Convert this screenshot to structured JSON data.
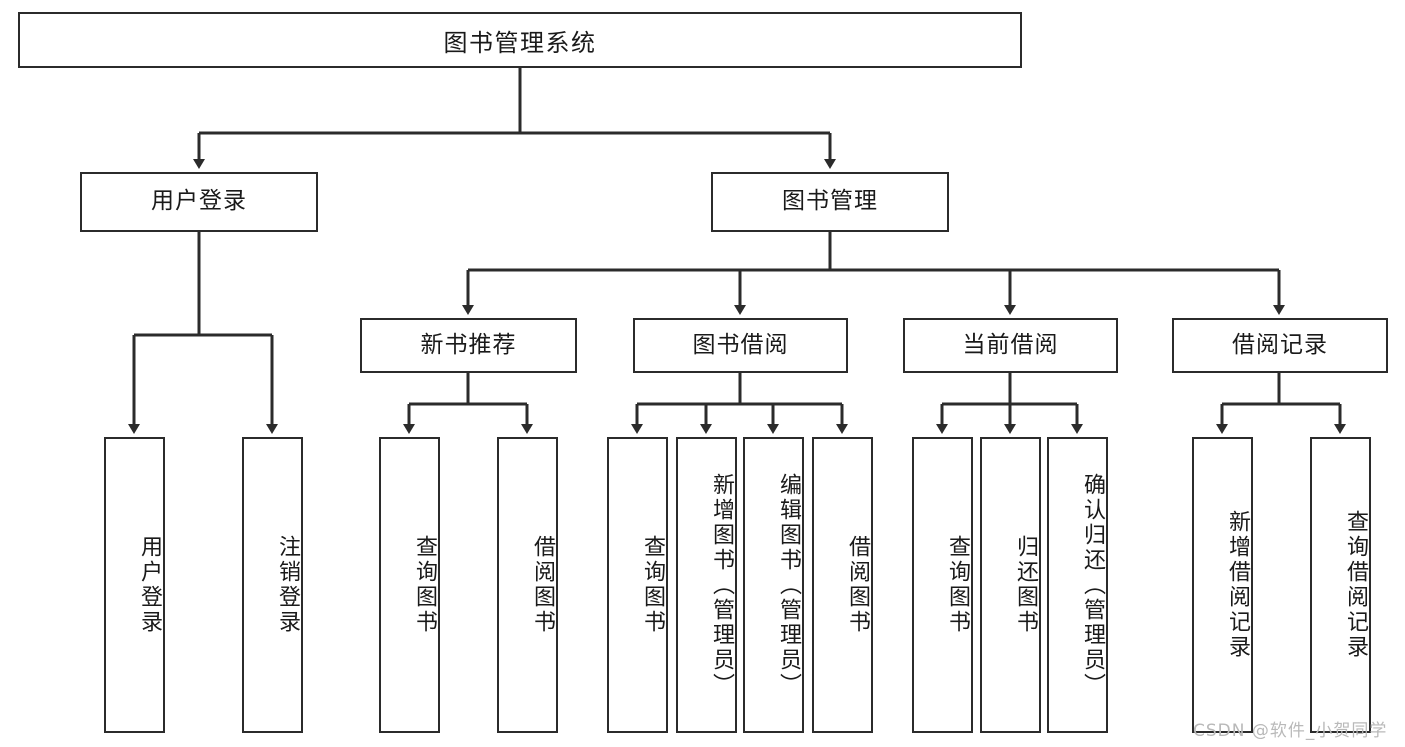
{
  "diagram": {
    "title": "图书管理系统",
    "root": {
      "label": "图书管理系统"
    },
    "level2": [
      {
        "label": "用户登录"
      },
      {
        "label": "图书管理"
      }
    ],
    "level3": [
      {
        "label": "新书推荐"
      },
      {
        "label": "图书借阅"
      },
      {
        "label": "当前借阅"
      },
      {
        "label": "借阅记录"
      }
    ],
    "leaves": {
      "user_login": [
        {
          "label": "用户登录"
        },
        {
          "label": "注销登录"
        }
      ],
      "new_book_recommend": [
        {
          "label": "查询图书"
        },
        {
          "label": "借阅图书"
        }
      ],
      "book_borrow": [
        {
          "label": "查询图书"
        },
        {
          "label": "新增图书（管理员）"
        },
        {
          "label": "编辑图书（管理员）"
        },
        {
          "label": "借阅图书"
        }
      ],
      "current_borrow": [
        {
          "label": "查询图书"
        },
        {
          "label": "归还图书"
        },
        {
          "label": "确认归还（管理员）"
        }
      ],
      "borrow_record": [
        {
          "label": "新增借阅记录"
        },
        {
          "label": "查询借阅记录"
        }
      ]
    },
    "colors": {
      "line": "#2b2b2b",
      "box_border": "#2b2b2b",
      "box_fill": "#ffffff",
      "text": "#1a1a1a",
      "watermark": "#b9b9b9"
    }
  },
  "watermark": {
    "text": "CSDN @软件_小贺同学"
  }
}
